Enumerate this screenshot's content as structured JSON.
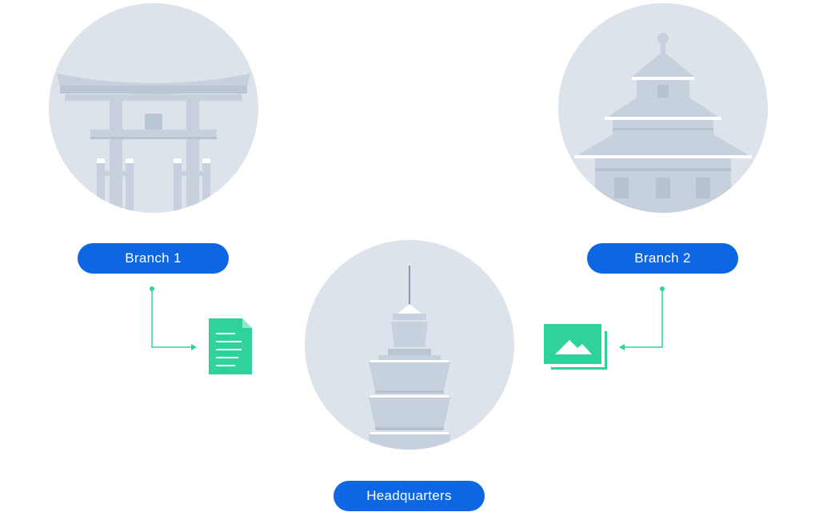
{
  "nodes": {
    "branch1": {
      "label": "Branch  1",
      "landmark": "torii-gate"
    },
    "branch2": {
      "label": "Branch  2",
      "landmark": "temple-of-heaven"
    },
    "headquarters": {
      "label": "Headquarters",
      "landmark": "taipei-101-tower"
    }
  },
  "items": {
    "document": {
      "icon": "document-icon"
    },
    "image": {
      "icon": "image-stack-icon"
    }
  },
  "colors": {
    "pill": "#0d67e3",
    "connector": "#2fd29c",
    "circle": "#dde3ea",
    "landmark": "#c6d1dd"
  }
}
